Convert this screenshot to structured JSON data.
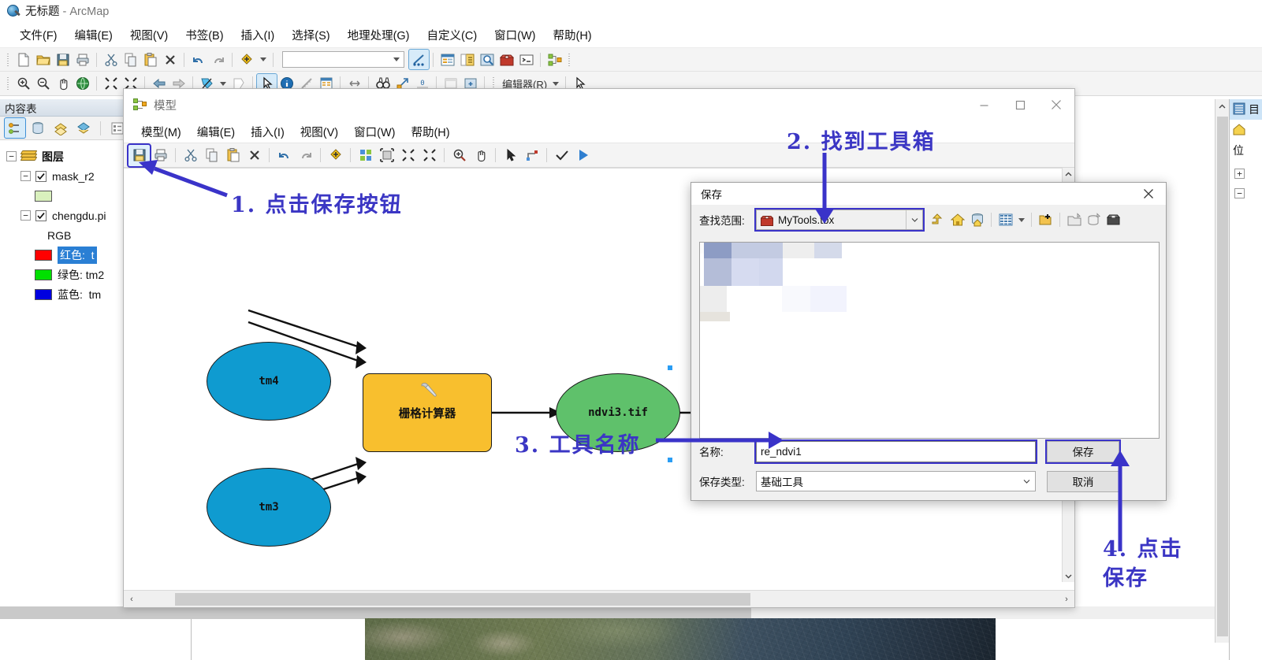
{
  "app": {
    "title_doc": "无标题",
    "title_sep": " - ",
    "title_app": "ArcMap",
    "menu": [
      {
        "label": "文件(F)"
      },
      {
        "label": "编辑(E)"
      },
      {
        "label": "视图(V)"
      },
      {
        "label": "书签(B)"
      },
      {
        "label": "插入(I)"
      },
      {
        "label": "选择(S)"
      },
      {
        "label": "地理处理(G)"
      },
      {
        "label": "自定义(C)"
      },
      {
        "label": "窗口(W)"
      },
      {
        "label": "帮助(H)"
      }
    ],
    "toolbar_standard": {
      "combo_value": "",
      "icons": [
        "new-document-icon",
        "open-folder-icon",
        "save-icon",
        "print-icon",
        "cut-icon",
        "copy-icon",
        "paste-icon",
        "delete-icon",
        "undo-icon",
        "redo-icon",
        "add-data-icon",
        "scale-combo",
        "editor-toolbar-icon",
        "table-of-contents-icon",
        "catalog-icon",
        "search-icon",
        "arctoolbox-icon",
        "python-window-icon",
        "model-builder-icon"
      ]
    },
    "toolbar_tools": {
      "editor_label": "编辑器(R)",
      "icons": [
        "zoom-in-icon",
        "zoom-out-icon",
        "pan-icon",
        "full-extent-icon",
        "fixed-zoom-in-icon",
        "fixed-zoom-out-icon",
        "back-extent-icon",
        "forward-extent-icon",
        "select-features-icon",
        "clear-selection-icon",
        "select-elements-icon",
        "identify-icon",
        "measure-icon",
        "html-popup-icon",
        "hyperlink-icon",
        "find-icon",
        "go-to-xy-icon",
        "time-slider-icon",
        "viewer-window-icon",
        "create-viewer-icon"
      ]
    }
  },
  "toc": {
    "header": "内容表",
    "tools": [
      "list-by-drawing-order-icon",
      "list-by-source-icon",
      "list-by-visibility-icon",
      "list-by-selection-icon",
      "options-icon"
    ],
    "root": "图层",
    "layers": [
      {
        "name": "mask_r2",
        "checked": true,
        "symbol_color": "#d9f0bd"
      },
      {
        "name": "chengdu.pi",
        "checked": true,
        "renderer": "RGB",
        "bands": [
          {
            "label": "红色:",
            "value": "t",
            "color": "#ff0000",
            "selected": true
          },
          {
            "label": "绿色:",
            "value": "tm2",
            "color": "#00e000",
            "selected": false
          },
          {
            "label": "蓝色:",
            "value": "tm",
            "color": "#0000e0",
            "selected": false
          }
        ]
      }
    ]
  },
  "catalog_panel": {
    "title": "目",
    "subtitle": "位",
    "rows": [
      "+",
      "−"
    ]
  },
  "model_window": {
    "title": "模型",
    "menu": [
      {
        "label": "模型(M)"
      },
      {
        "label": "编辑(E)"
      },
      {
        "label": "插入(I)"
      },
      {
        "label": "视图(V)"
      },
      {
        "label": "窗口(W)"
      },
      {
        "label": "帮助(H)"
      }
    ],
    "toolbar_icons": [
      "save-icon",
      "print-icon",
      "cut-icon",
      "copy-icon",
      "paste-icon",
      "delete-icon",
      "undo-icon",
      "redo-icon",
      "add-data-icon",
      "auto-layout-icon",
      "full-extent-icon",
      "zoom-out-fixed-icon",
      "zoom-in-fixed-icon",
      "zoom-in-icon",
      "pan-icon",
      "select-icon",
      "connect-icon",
      "validate-icon",
      "run-icon"
    ],
    "window_controls": {
      "minimize": "—",
      "maximize": "□",
      "close": "✕"
    },
    "diagram": {
      "nodes": [
        {
          "id": "tm4",
          "label": "tm4",
          "type": "variable",
          "color": "#0f9bd0",
          "shape": "ellipse"
        },
        {
          "id": "tm3",
          "label": "tm3",
          "type": "variable",
          "color": "#0f9bd0",
          "shape": "ellipse"
        },
        {
          "id": "calc",
          "label": "栅格计算器",
          "type": "tool",
          "color": "#f8bf2e",
          "shape": "rect"
        },
        {
          "id": "ndvi3",
          "label": "ndvi3.tif",
          "type": "derived",
          "color": "#5fc16b",
          "shape": "ellipse"
        },
        {
          "id": "next",
          "label": "",
          "type": "tool",
          "color": "#f8bf2e",
          "shape": "rect"
        }
      ]
    }
  },
  "annotations": [
    {
      "id": "step1",
      "text": "1. 点击保存按钮",
      "color": "#3b36c4"
    },
    {
      "id": "step2",
      "text": "2. 找到工具箱",
      "color": "#3b36c4"
    },
    {
      "id": "step3",
      "text": "3. 工具名称",
      "color": "#3b36c4"
    },
    {
      "id": "step4_line1",
      "text": "4. 点击",
      "color": "#3b36c4"
    },
    {
      "id": "step4_line2",
      "text": "保存",
      "color": "#3b36c4"
    }
  ],
  "save_dialog": {
    "title": "保存",
    "close_icon": "✕",
    "look_in_label": "查找范围:",
    "look_in_value": "MyTools.tbx",
    "toolbar_icons": [
      "up-one-level-icon",
      "home-icon",
      "default-geodatabase-icon",
      "view-type-icon",
      "view-dropdown-icon",
      "connect-folder-icon",
      "new-folder-icon",
      "new-geodatabase-icon",
      "new-toolbox-icon"
    ],
    "name_label": "名称:",
    "name_value": "re_ndvi1",
    "name_placeholder": "",
    "save_type_label": "保存类型:",
    "save_type_value": "基础工具",
    "save_button": "保存",
    "cancel_button": "取消"
  }
}
